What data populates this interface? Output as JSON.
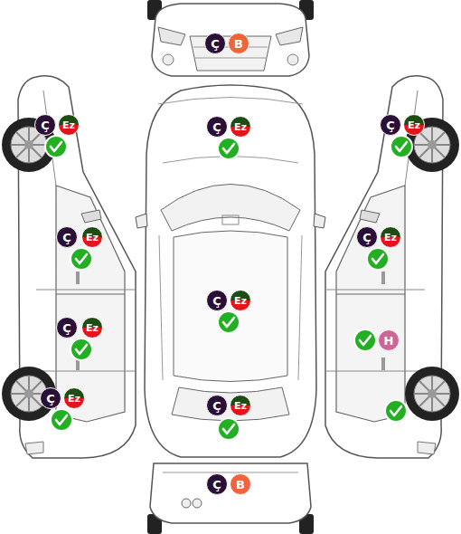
{
  "diagram": {
    "nodes": [
      {
        "text": [
          "Ç"
        ]
      },
      {
        "text": [
          "B"
        ]
      },
      {
        "text": [
          "Ç"
        ]
      },
      {
        "text": [
          "Ez"
        ]
      },
      {
        "text": [
          "Ç"
        ]
      },
      {
        "text": [
          "Ez"
        ]
      },
      {
        "text": [
          "Ç"
        ]
      },
      {
        "text": [
          "Ez"
        ]
      },
      {
        "text": [
          "Ç"
        ]
      },
      {
        "text": [
          "Ez"
        ]
      },
      {
        "text": [
          "Ç"
        ]
      },
      {
        "text": [
          "Ez"
        ]
      },
      {
        "text": [
          "Ç"
        ]
      },
      {
        "text": [
          "Ez"
        ]
      },
      {
        "text": [
          "Ç"
        ]
      },
      {
        "text": [
          "Ez"
        ]
      },
      {
        "text": [
          "H"
        ]
      },
      {
        "text": [
          "Ç"
        ]
      },
      {
        "text": [
          "Ez"
        ]
      },
      {
        "text": [
          "Ç"
        ]
      },
      {
        "text": [
          "Ez"
        ]
      },
      {
        "text": [
          "Ç"
        ]
      },
      {
        "text": [
          "B"
        ]
      }
    ]
  }
}
